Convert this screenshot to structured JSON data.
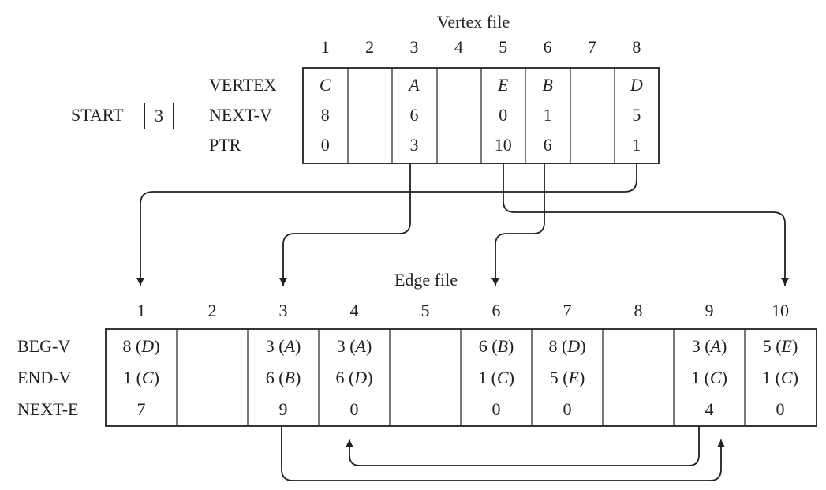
{
  "vertex_file": {
    "title": "Vertex file",
    "indices": [
      "1",
      "2",
      "3",
      "4",
      "5",
      "6",
      "7",
      "8"
    ],
    "row_labels": [
      "VERTEX",
      "NEXT-V",
      "PTR"
    ],
    "vertex": [
      "C",
      "",
      "A",
      "",
      "E",
      "B",
      "",
      "D"
    ],
    "next_v": [
      "8",
      "",
      "6",
      "",
      "0",
      "1",
      "",
      "5"
    ],
    "ptr": [
      "0",
      "",
      "3",
      "",
      "10",
      "6",
      "",
      "1"
    ]
  },
  "start": {
    "label": "START",
    "value": "3"
  },
  "edge_file": {
    "title": "Edge file",
    "indices": [
      "1",
      "2",
      "3",
      "4",
      "5",
      "6",
      "7",
      "8",
      "9",
      "10"
    ],
    "row_labels": [
      "BEG-V",
      "END-V",
      "NEXT-E"
    ],
    "beg_v": [
      {
        "num": "8",
        "name": "D"
      },
      {
        "num": "",
        "name": ""
      },
      {
        "num": "3",
        "name": "A"
      },
      {
        "num": "3",
        "name": "A"
      },
      {
        "num": "",
        "name": ""
      },
      {
        "num": "6",
        "name": "B"
      },
      {
        "num": "8",
        "name": "D"
      },
      {
        "num": "",
        "name": ""
      },
      {
        "num": "3",
        "name": "A"
      },
      {
        "num": "5",
        "name": "E"
      }
    ],
    "end_v": [
      {
        "num": "1",
        "name": "C"
      },
      {
        "num": "",
        "name": ""
      },
      {
        "num": "6",
        "name": "B"
      },
      {
        "num": "6",
        "name": "D"
      },
      {
        "num": "",
        "name": ""
      },
      {
        "num": "1",
        "name": "C"
      },
      {
        "num": "5",
        "name": "E"
      },
      {
        "num": "",
        "name": ""
      },
      {
        "num": "1",
        "name": "C"
      },
      {
        "num": "1",
        "name": "C"
      }
    ],
    "next_e": [
      "7",
      "",
      "9",
      "0",
      "",
      "0",
      "0",
      "",
      "4",
      "0"
    ]
  },
  "colors": {
    "ink": "#231f20",
    "background": "#ffffff"
  }
}
